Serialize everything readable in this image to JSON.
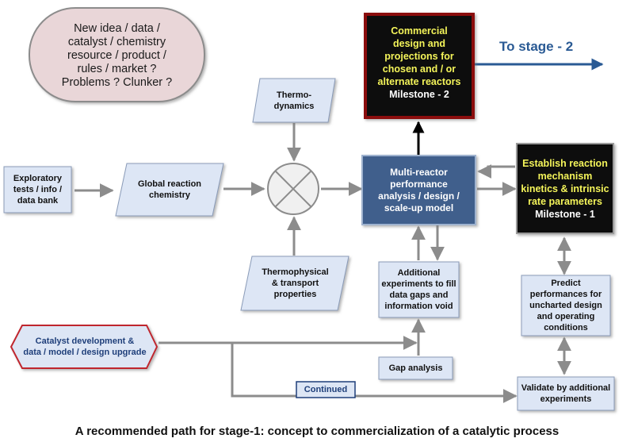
{
  "nodes": {
    "idea": "New idea  / data /\ncatalyst / chemistry\nresource / product /\nrules / market ?\nProblems ? Clunker ?",
    "exploratory": "Exploratory\ntests / info /\ndata bank",
    "global_chem": "Global reaction\nchemistry",
    "thermo": "Thermo-\ndynamics",
    "thermophysical": "Thermophysical\n& transport\nproperties",
    "multi_reactor": "Multi-reactor\nperformance\nanalysis / design /\nscale-up model",
    "commercial": "Commercial\ndesign and\nprojections for\nchosen and / or\nalternate reactors",
    "commercial_milestone": "Milestone - 2",
    "mechanism": "Establish reaction\nmechanism\nkinetics & intrinsic\nrate parameters",
    "mechanism_milestone": "Milestone - 1",
    "additional_exp": "Additional\nexperiments to fill\ndata gaps and\ninformation void",
    "gap_analysis": "Gap analysis",
    "predict": "Predict\nperformances for\nuncharted design\nand operating\nconditions",
    "validate": "Validate by additional\nexperiments",
    "catalyst_dev": "Catalyst development &\ndata / model / design upgrade",
    "continued": "Continued"
  },
  "to_stage": "To stage - 2",
  "caption": "A recommended path for stage-1: concept to commercialization of a catalytic process",
  "colors": {
    "box_fill": "#dde6f5",
    "box_stroke": "#8a9bb8",
    "arrow_gray": "#8c8c8c",
    "dark_blue_box": "#3f5f8c",
    "black_box": "#0a0a0a",
    "yellow_text": "#f4f45a",
    "red_border": "#8b1010",
    "stage_blue": "#2a5a94",
    "idea_fill": "#e9d6d8"
  }
}
